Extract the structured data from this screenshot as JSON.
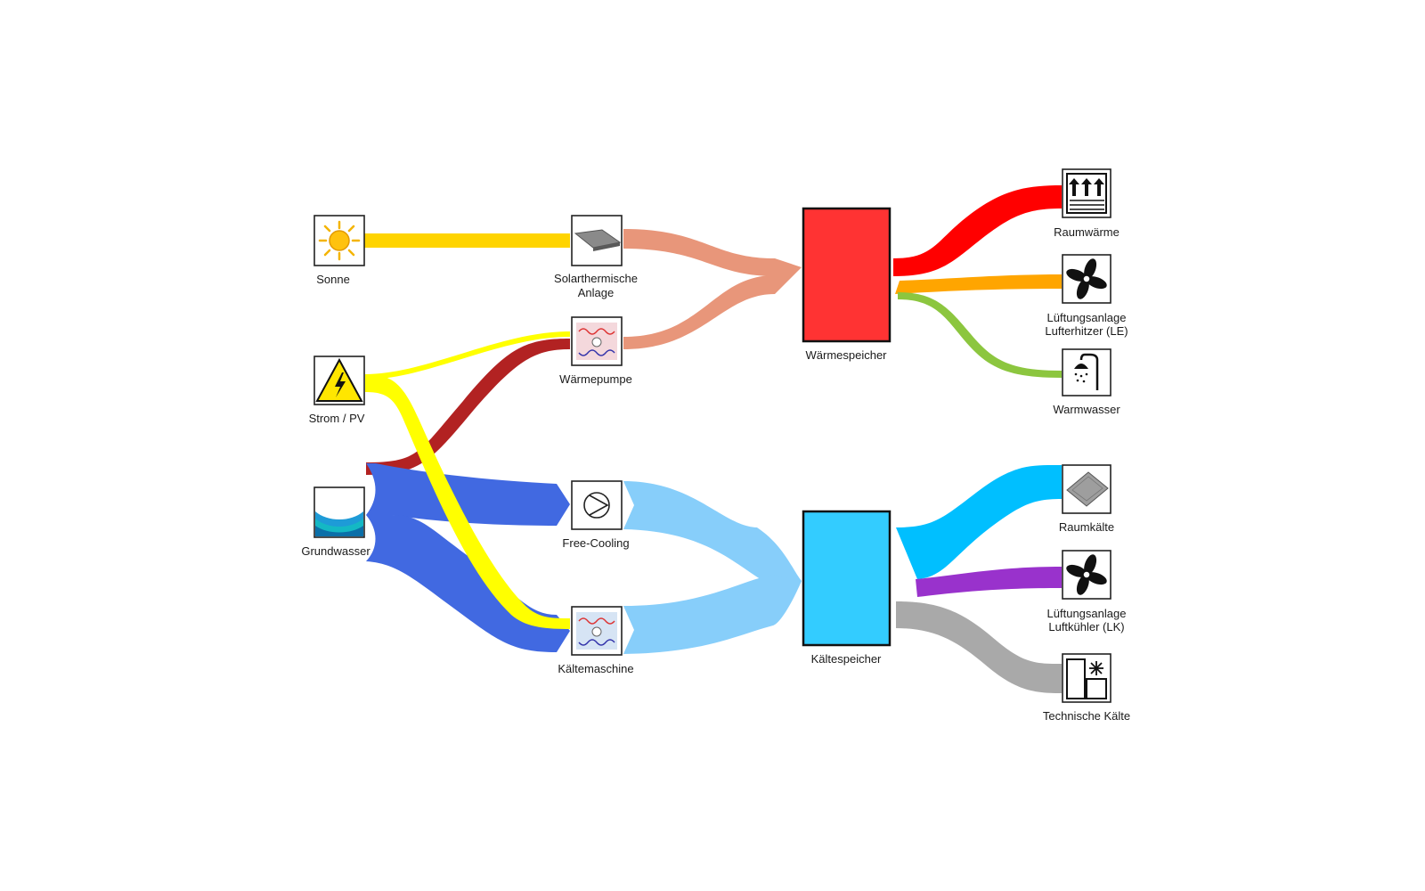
{
  "colors": {
    "sun": "#FFD400",
    "solar_heat": "#E8967A",
    "heatpump_red": "#B22222",
    "electricity": "#FFFF00",
    "groundwater": "#4169E1",
    "cold_light": "#87CEFA",
    "heat_storage": "#FF3333",
    "cold_storage": "#33CCFF",
    "raumwaerme": "#FF0000",
    "lufterhitzer": "#FFA500",
    "warmwasser": "#8CC63F",
    "raumkaelte": "#00BFFF",
    "luftkuehler": "#9932CC",
    "technische_kaelte": "#A9A9A9"
  },
  "nodes": {
    "sonne": {
      "label": "Sonne",
      "icon": "sun-icon"
    },
    "strom": {
      "label": "Strom / PV",
      "icon": "lightning-warning-icon"
    },
    "grundwasser": {
      "label": "Grundwasser",
      "icon": "water-wave-icon"
    },
    "solarthermie": {
      "label_line1": "Solarthermische",
      "label_line2": "Anlage",
      "icon": "solar-panel-icon"
    },
    "waermepumpe": {
      "label": "Wärmepumpe",
      "icon": "heat-pump-icon"
    },
    "freecooling": {
      "label": "Free-Cooling",
      "icon": "pump-icon"
    },
    "kaeltemaschine": {
      "label": "Kältemaschine",
      "icon": "chiller-icon"
    },
    "waermespeicher": {
      "label": "Wärmespeicher"
    },
    "kaeltespeicher": {
      "label": "Kältespeicher"
    },
    "raumwaerme": {
      "label": "Raumwärme",
      "icon": "radiator-icon"
    },
    "lufterhitzer": {
      "label_line1": "Lüftungsanlage",
      "label_line2": "Lufterhitzer (LE)",
      "icon": "fan-icon"
    },
    "warmwasser": {
      "label": "Warmwasser",
      "icon": "shower-icon"
    },
    "raumkaelte": {
      "label": "Raumkälte",
      "icon": "ceiling-panel-icon"
    },
    "luftkuehler": {
      "label_line1": "Lüftungsanlage",
      "label_line2": "Luftkühler (LK)",
      "icon": "fan-icon"
    },
    "technische_kaelte": {
      "label": "Technische Kälte",
      "icon": "refrigerator-icon"
    }
  }
}
